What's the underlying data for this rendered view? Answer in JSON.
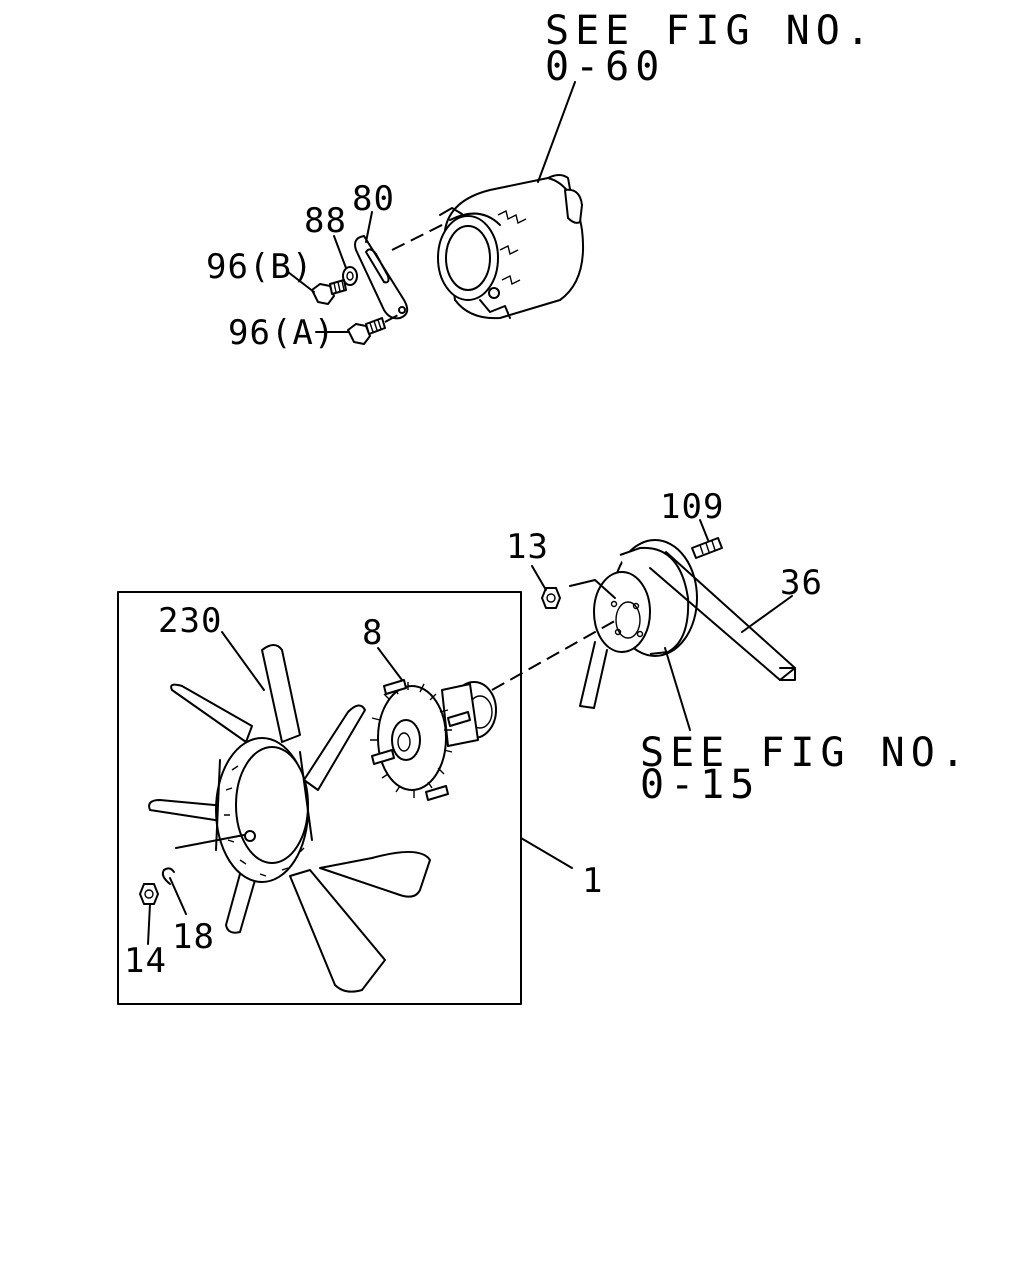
{
  "references": {
    "top": {
      "line1": "SEE FIG NO.",
      "line2": "0-60"
    },
    "middle": {
      "line1": "SEE FIG NO.",
      "line2": "0-15"
    }
  },
  "callouts": {
    "p80": "80",
    "p88": "88",
    "p96b": "96(B)",
    "p96a": "96(A)",
    "p109": "109",
    "p13": "13",
    "p36": "36",
    "p230": "230",
    "p8": "8",
    "p1": "1",
    "p18": "18",
    "p14": "14"
  }
}
